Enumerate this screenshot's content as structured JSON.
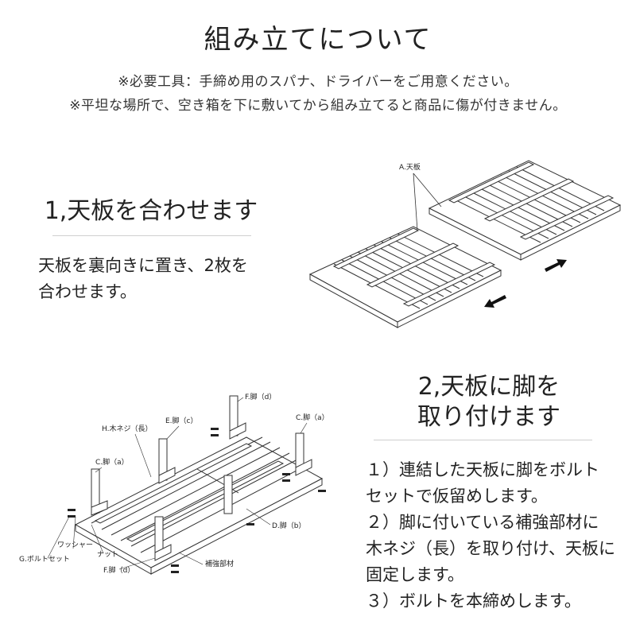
{
  "title": "組み立てについて",
  "notes": [
    "※必要工具：手締め用のスパナ、ドライバーをご用意ください。",
    "※平坦な場所で、空き箱を下に敷いてから組み立てると商品に傷が付きません。"
  ],
  "step1": {
    "heading": "1,天板を合わせます",
    "body": [
      "天板を裏向きに置き、2枚を",
      "合わせます。"
    ],
    "diagram_label": "A.天板"
  },
  "step2": {
    "heading_lines": [
      "2,天板に脚を",
      "取り付けます"
    ],
    "body": [
      "１）連結した天板に脚をボルト",
      "セットで仮留めします。",
      "２）脚に付いている補強部材に",
      "木ネジ（長）を取り付け、天板に",
      "固定します。",
      "３）ボルトを本締めします。"
    ],
    "diagram_labels": {
      "f_leg_d_top": "F.脚（d）",
      "h_wood_screw": "H.木ネジ（長）",
      "e_leg_c": "E.脚（c）",
      "c_leg_a_right": "C.脚（a）",
      "c_leg_a_left": "C.脚（a）",
      "d_leg_b": "D.脚（b）",
      "washer": "ワッシャー",
      "nut": "ナット",
      "g_bolt_set": "G.ボルトセット",
      "reinforcement": "補強部材",
      "f_leg_d_bottom": "F.脚（d）"
    }
  }
}
